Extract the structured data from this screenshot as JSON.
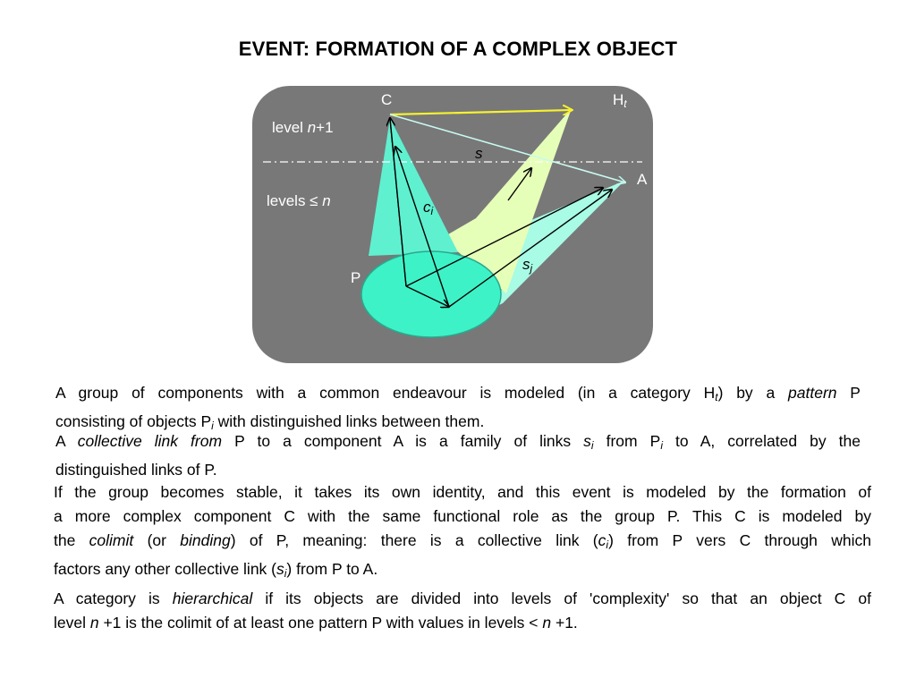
{
  "title": "EVENT: FORMATION OF A COMPLEX OBJECT",
  "diagram": {
    "labels": {
      "c": "C",
      "h": "H",
      "h_sub": "t",
      "a": "A",
      "p": "P",
      "s": "s",
      "ci": "c",
      "ci_sub": "i",
      "sj": "s",
      "sj_sub": "j",
      "level_upper_pre": "level ",
      "level_upper_n": "n",
      "level_upper_post": "+1",
      "level_lower_pre": "levels ≤ ",
      "level_lower_n": "n"
    },
    "colors": {
      "panel": "#787878",
      "cone_cyan": "#5ff0d0",
      "cone_green": "#e6ffb8",
      "cone_cyan_light": "#a8fbe4",
      "ellipse": "#3ef2c8",
      "morphism_yellow": "#f6f230",
      "dashed": "#ffffff"
    }
  },
  "p1": {
    "a": "A group of components with a common endeavour is modeled (in a category H",
    "a_sub": "t",
    "b": ") by a ",
    "c": "pattern",
    "d": " P",
    "e": "consisting of objects P",
    "e_sub": "i",
    "f": " with distinguished links between them."
  },
  "p2": {
    "a": "A ",
    "b": "collective link from",
    "c": " P to a component A is a family of links ",
    "d": "s",
    "d_sub": "i",
    "e": " from P",
    "e_sub": "i",
    "f": " to A, correlated by the",
    "g": "distinguished links of P."
  },
  "p3": {
    "l1": "If the group becomes stable, it takes its own identity, and this event is modeled by the formation of",
    "l2": "a more complex component C with the same functional role as the group P. This C is modeled by",
    "l3a": "the ",
    "l3b": "colimit",
    "l3c": " (or ",
    "l3d": "binding",
    "l3e": ") of P, meaning: there is a collective link (",
    "l3f": "c",
    "l3f_sub": "i",
    "l3g": ") from P vers C through which",
    "l4a": "factors any other collective link (",
    "l4b": "s",
    "l4b_sub": "i",
    "l4c": ") from P to A."
  },
  "p4": {
    "l1a": "A category is ",
    "l1b": "hierarchical",
    "l1c": " if its objects are divided into levels of 'complexity' so that an object C of",
    "l2a": "level ",
    "l2b": "n",
    "l2c": " +1 is the colimit of at least one pattern P with values in levels < ",
    "l2d": "n",
    "l2e": " +1."
  }
}
